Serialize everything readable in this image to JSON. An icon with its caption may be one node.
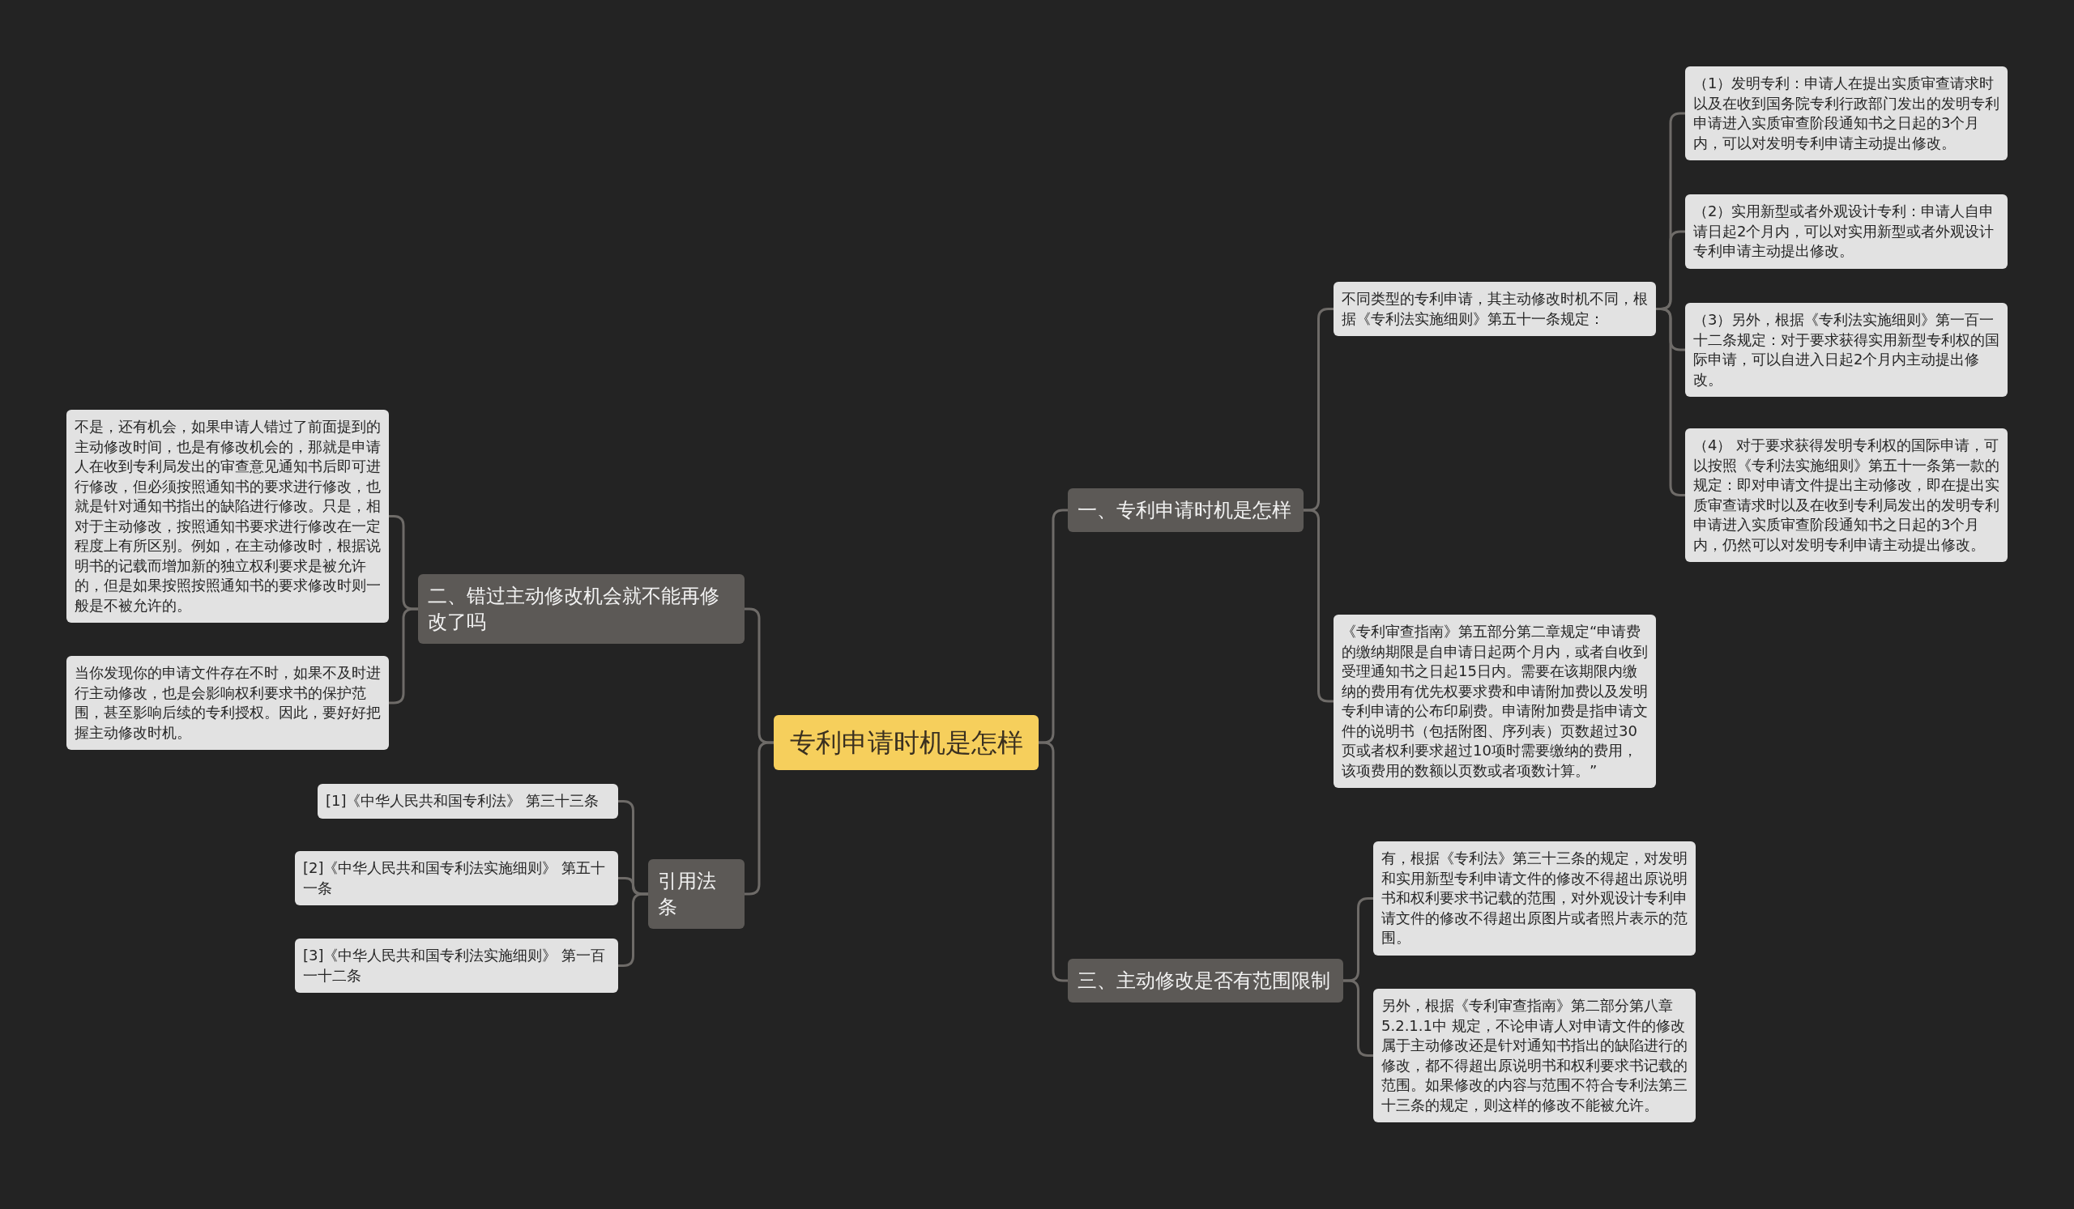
{
  "diagram": {
    "nodes": [
      {
        "text": [
          "专利申请时机是怎样"
        ]
      },
      {
        "text": [
          "一、专利申请时机是怎样"
        ]
      },
      {
        "text": [
          "不同类型的专利申请，其主动修改时机不同，根据《专利法实施细则》第五十一条规定："
        ]
      },
      {
        "text": [
          "（1）发明专利：申请人在提出实质审查请求时以及在收到国务院专利行政部门发出的发明专利申请进入实质审查阶段通知书之日起的3个月内，可以对发明专利申请主动提出修改。"
        ]
      },
      {
        "text": [
          "（2）实用新型或者外观设计专利：申请人自申请日起2个月内，可以对实用新型或者外观设计专利申请主动提出修改。"
        ]
      },
      {
        "text": [
          "（3）另外，根据《专利法实施细则》第一百一十二条规定：对于要求获得实用新型专利权的国际申请，可以自进入日起2个月内主动提出修改。"
        ]
      },
      {
        "text": [
          "（4） 对于要求获得发明专利权的国际申请，可以按照《专利法实施细则》第五十一条第一款的规定：即对申请文件提出主动修改，即在提出实质审查请求时以及在收到专利局发出的发明专利申请进入实质审查阶段通知书之日起的3个月内，仍然可以对发明专利申请主动提出修改。"
        ]
      },
      {
        "text": [
          "《专利审查指南》第五部分第二章规定“申请费的缴纳期限是自申请日起两个月内，或者自收到受理通知书之日起15日内。需要在该期限内缴纳的费用有优先权要求费和申请附加费以及发明专利申请的公布印刷费。申请附加费是指申请文件的说明书（包括附图、序列表）页数超过30页或者权利要求超过10项时需要缴纳的费用，该项费用的数额以页数或者项数计算。”"
        ]
      },
      {
        "text": [
          "三、主动修改是否有范围限制"
        ]
      },
      {
        "text": [
          "有，根据《专利法》第三十三条的规定，对发明和实用新型专利申请文件的修改不得超出原说明书和权利要求书记载的范围，对外观设计专利申请文件的修改不得超出原图片或者照片表示的范围。"
        ]
      },
      {
        "text": [
          "另外，根据《专利审查指南》第二部分第八章5.2.1.1中 规定，不论申请人对申请文件的修改属于主动修改还是针对通知书指出的缺陷进行的修改，都不得超出原说明书和权利要求书记载的范围。如果修改的内容与范围不符合专利法第三十三条的规定，则这样的修改不能被允许。"
        ]
      },
      {
        "text": [
          "二、错过主动修改机会就不能再修改了吗"
        ]
      },
      {
        "text": [
          "不是，还有机会，如果申请人错过了前面提到的主动修改时间，也是有修改机会的，那就是申请人在收到专利局发出的审查意见通知书后即可进行修改，但必须按照通知书的要求进行修改，也就是针对通知书指出的缺陷进行修改。只是，相对于主动修改，按照通知书要求进行修改在一定程度上有所区别。例如，在主动修改时，根据说明书的记载而增加新的独立权利要求是被允许的，但是如果按照按照通知书的要求修改时则一般是不被允许的。"
        ]
      },
      {
        "text": [
          "当你发现你的申请文件存在不时，如果不及时进行主动修改，也是会影响权利要求书的保护范围，甚至影响后续的专利授权。因此，要好好把握主动修改时机。"
        ]
      },
      {
        "text": [
          "引用法条"
        ]
      },
      {
        "text": [
          "[1]《中华人民共和国专利法》 第三十三条"
        ]
      },
      {
        "text": [
          "[2]《中华人民共和国专利法实施细则》 第五十一条"
        ]
      },
      {
        "text": [
          "[3]《中华人民共和国专利法实施细则》 第一百一十二条"
        ]
      }
    ],
    "edges": [
      {
        "from": 0,
        "to": 1,
        "arrow": "none"
      },
      {
        "from": 1,
        "to": 2,
        "arrow": "none"
      },
      {
        "from": 2,
        "to": 3,
        "arrow": "none"
      },
      {
        "from": 2,
        "to": 4,
        "arrow": "none"
      },
      {
        "from": 2,
        "to": 5,
        "arrow": "none"
      },
      {
        "from": 2,
        "to": 6,
        "arrow": "none"
      },
      {
        "from": 1,
        "to": 7,
        "arrow": "none"
      },
      {
        "from": 0,
        "to": 8,
        "arrow": "none"
      },
      {
        "from": 8,
        "to": 9,
        "arrow": "none"
      },
      {
        "from": 8,
        "to": 10,
        "arrow": "none"
      },
      {
        "from": 0,
        "to": 11,
        "arrow": "none"
      },
      {
        "from": 11,
        "to": 12,
        "arrow": "none"
      },
      {
        "from": 11,
        "to": 13,
        "arrow": "none"
      },
      {
        "from": 0,
        "to": 14,
        "arrow": "none"
      },
      {
        "from": 14,
        "to": 15,
        "arrow": "none"
      },
      {
        "from": 14,
        "to": 16,
        "arrow": "none"
      },
      {
        "from": 14,
        "to": 17,
        "arrow": "none"
      }
    ]
  }
}
